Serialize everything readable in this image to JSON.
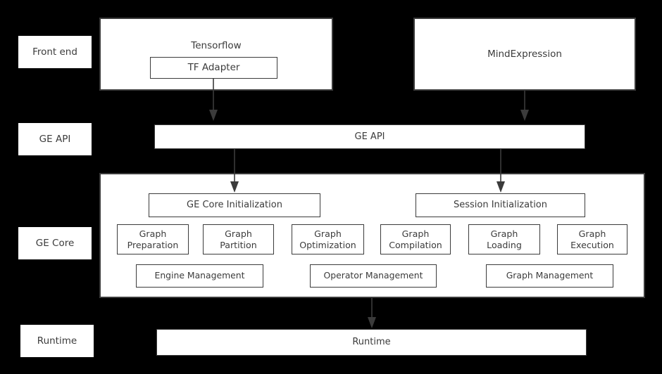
{
  "diagram": {
    "background_color": "#000000",
    "box_fill": "#ffffff",
    "stroke_color": "#3b3b3b",
    "text_color": "#3b3b3b"
  },
  "tiers": [
    {
      "label": "Front end"
    },
    {
      "label": "GE API"
    },
    {
      "label": "GE Core"
    },
    {
      "label": "Runtime"
    }
  ],
  "frontend": {
    "tensorflow": {
      "label": "Tensorflow",
      "child": {
        "label": "TF Adapter"
      }
    },
    "mindexpression": {
      "label": "MindExpression"
    }
  },
  "ge_api_bar": {
    "label": "GE API"
  },
  "ge_core": {
    "init_boxes": [
      {
        "label": "GE Core Initialization"
      },
      {
        "label": "Session Initialization"
      }
    ],
    "stage_boxes": [
      {
        "label": "Graph\nPreparation",
        "line1": "Graph",
        "line2": "Preparation"
      },
      {
        "label": "Graph\nPartition",
        "line1": "Graph",
        "line2": "Partition"
      },
      {
        "label": "Graph\nOptimization",
        "line1": "Graph",
        "line2": "Optimization"
      },
      {
        "label": "Graph\nCompilation",
        "line1": "Graph",
        "line2": "Compilation"
      },
      {
        "label": "Graph\nLoading",
        "line1": "Graph",
        "line2": "Loading"
      },
      {
        "label": "Graph\nExecution",
        "line1": "Graph",
        "line2": "Execution"
      }
    ],
    "management_boxes": [
      {
        "label": "Engine Management"
      },
      {
        "label": "Operator Management"
      },
      {
        "label": "Graph Management"
      }
    ]
  },
  "runtime_bar": {
    "label": "Runtime"
  }
}
